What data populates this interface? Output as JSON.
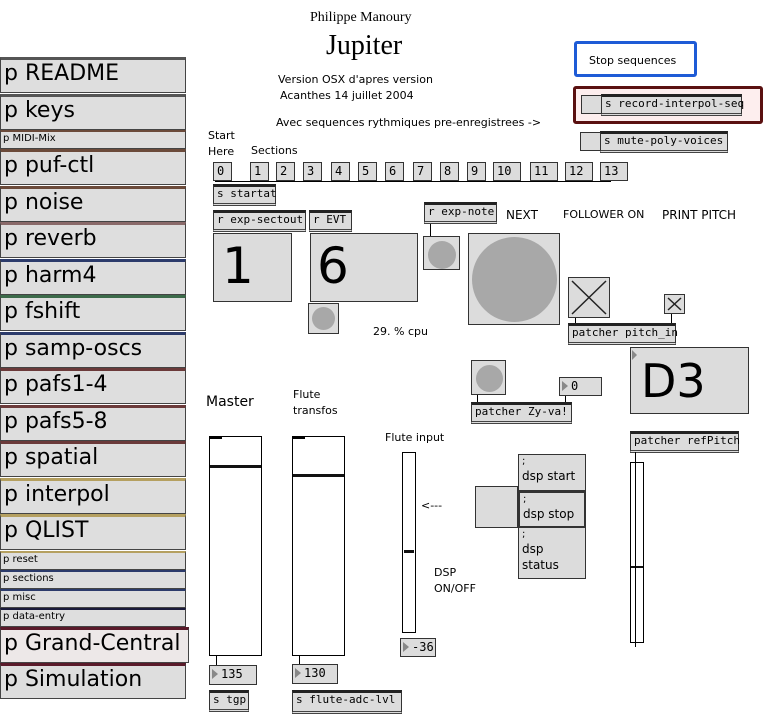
{
  "header": {
    "composer": "Philippe Manoury",
    "title": "Jupiter",
    "version_line1": "Version OSX d'apres version",
    "version_line2": "Acanthes 14 juillet 2004",
    "sequences_note": "Avec sequences rythmiques pre-enregistrees ->"
  },
  "sidebar": {
    "items": [
      {
        "label": "p README",
        "size": "big"
      },
      {
        "label": "p keys",
        "size": "big"
      },
      {
        "label": "p MIDI-Mix",
        "size": "small"
      },
      {
        "label": "p puf-ctl",
        "size": "big"
      },
      {
        "label": "p noise",
        "size": "big"
      },
      {
        "label": "p reverb",
        "size": "big"
      },
      {
        "label": "p harm4",
        "size": "big"
      },
      {
        "label": "p fshift",
        "size": "big"
      },
      {
        "label": "p samp-oscs",
        "size": "big"
      },
      {
        "label": "p pafs1-4",
        "size": "big"
      },
      {
        "label": "p pafs5-8",
        "size": "big"
      },
      {
        "label": "p spatial",
        "size": "big"
      },
      {
        "label": "p interpol",
        "size": "big"
      },
      {
        "label": "p QLIST",
        "size": "big"
      },
      {
        "label": "p reset",
        "size": "small"
      },
      {
        "label": "p sections",
        "size": "small"
      },
      {
        "label": "p misc",
        "size": "small"
      },
      {
        "label": "p data-entry",
        "size": "small"
      },
      {
        "label": "p Grand-Central",
        "size": "big"
      },
      {
        "label": "p Simulation",
        "size": "big"
      }
    ]
  },
  "controls": {
    "stop_sequences": "Stop sequences",
    "record_interpol": "s record-interpol-seq",
    "mute_poly": "s mute-poly-voices"
  },
  "sections": {
    "start_label_1": "Start",
    "start_label_2": "Here",
    "sections_label": "Sections",
    "buttons": [
      "0",
      "1",
      "2",
      "3",
      "4",
      "5",
      "6",
      "7",
      "8",
      "9",
      "10",
      "11",
      "12",
      "13"
    ],
    "startat": "s startat"
  },
  "receivers": {
    "sectout": "r exp-sectout",
    "evt": "r EVT",
    "note": "r exp-note"
  },
  "displays": {
    "section_value": "1",
    "event_value": "6",
    "cpu": "29. % cpu",
    "pitch": "D3"
  },
  "labels": {
    "next": "NEXT",
    "follower_on": "FOLLOWER ON",
    "print_pitch": "PRINT PITCH",
    "master": "Master",
    "flute_transfos_1": "Flute",
    "flute_transfos_2": "transfos",
    "flute_input": "Flute input",
    "arrow": "<---",
    "dsp_1": "DSP",
    "dsp_2": "ON/OFF"
  },
  "patchers": {
    "pitch_in": "patcher pitch_in",
    "zyva": "patcher Zy-va!",
    "refpitch": "patcher refPitch"
  },
  "numbers": {
    "zyva_value": "0",
    "flute_input_value": "-36",
    "master_value": "135",
    "transfos_value": "130"
  },
  "sliders": {
    "master_level": 0.87,
    "transfos_level": 0.83,
    "flute_input_level": 0.45,
    "refpitch_level": 0.47
  },
  "senders": {
    "tgp": "s tgp",
    "flute_adc": "s flute-adc-lvl"
  },
  "dsp_messages": {
    "start_1": ";",
    "start_2": "dsp start",
    "stop_1": ";",
    "stop_2": "dsp stop",
    "status_1": ";",
    "status_2": "dsp",
    "status_3": "status"
  },
  "colors": {
    "stop_border": "#1e5bd6",
    "record_border": "#5a1010",
    "record_bg": "#fdeeee"
  }
}
